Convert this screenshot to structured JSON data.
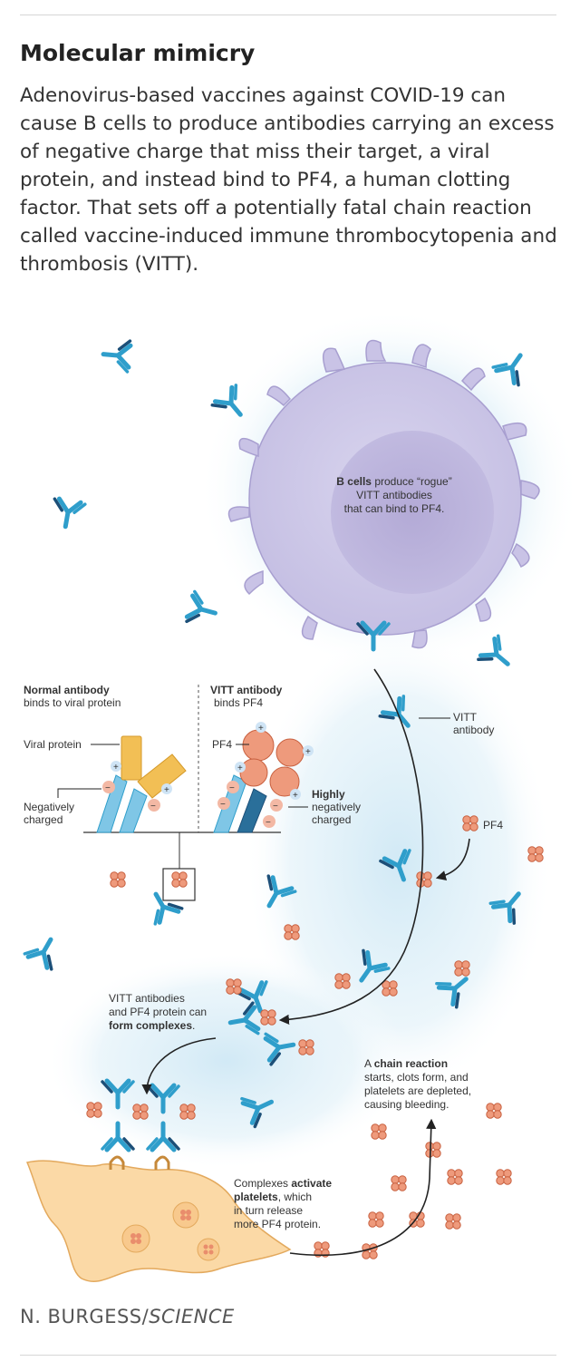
{
  "title": "Molecular mimicry",
  "intro": "Adenovirus-based vaccines against COVID-19 can cause B cells to produce antibodies carrying an excess of negative charge that miss their target, a viral protein, and instead bind to PF4, a human clotting factor. That sets off a potentially fatal chain reaction called vaccine-induced immune thrombocytopenia and thrombosis (VITT).",
  "colors": {
    "antibody": "#2f9ecb",
    "antibody_dark": "#1c4f78",
    "bcell": "#c9c3e6",
    "pf4": "#ee9a7c",
    "platelet": "#fbd9a6",
    "viral_protein": "#f2bf55",
    "halo": "#cfe8f5"
  },
  "diagram": {
    "bcell": {
      "bold": "B cells",
      "rest1": " produce “rogue”",
      "line2": "VITT antibodies",
      "line3": "that can bind to PF4."
    },
    "vitt_antibody": {
      "line1": "VITT",
      "line2": "antibody"
    },
    "pf4_label": "PF4",
    "inset": {
      "normal_head": "Normal antibody",
      "normal_sub": "binds to viral protein",
      "vitt_head": "VITT antibody",
      "vitt_sub": "binds PF4",
      "viral_protein": "Viral protein",
      "pf4": "PF4",
      "neg1": "Negatively",
      "neg2": "charged",
      "high1": "Highly",
      "high2": "negatively",
      "high3": "charged"
    },
    "complexes": {
      "line1": "VITT antibodies",
      "line2": "and PF4 protein can",
      "bold": "form complexes",
      "tail": "."
    },
    "chain": {
      "pre": "A ",
      "bold": "chain reaction",
      "line2": "starts, clots form, and",
      "line3": "platelets are depleted,",
      "line4": "causing bleeding."
    },
    "activate": {
      "pre": "Complexes ",
      "bold1": "activate",
      "bold2": "platelets",
      "rest2": ", which",
      "line3": "in turn release",
      "line4": "more PF4 protein."
    }
  },
  "credit": {
    "author": "N. BURGESS/",
    "source": "SCIENCE"
  }
}
